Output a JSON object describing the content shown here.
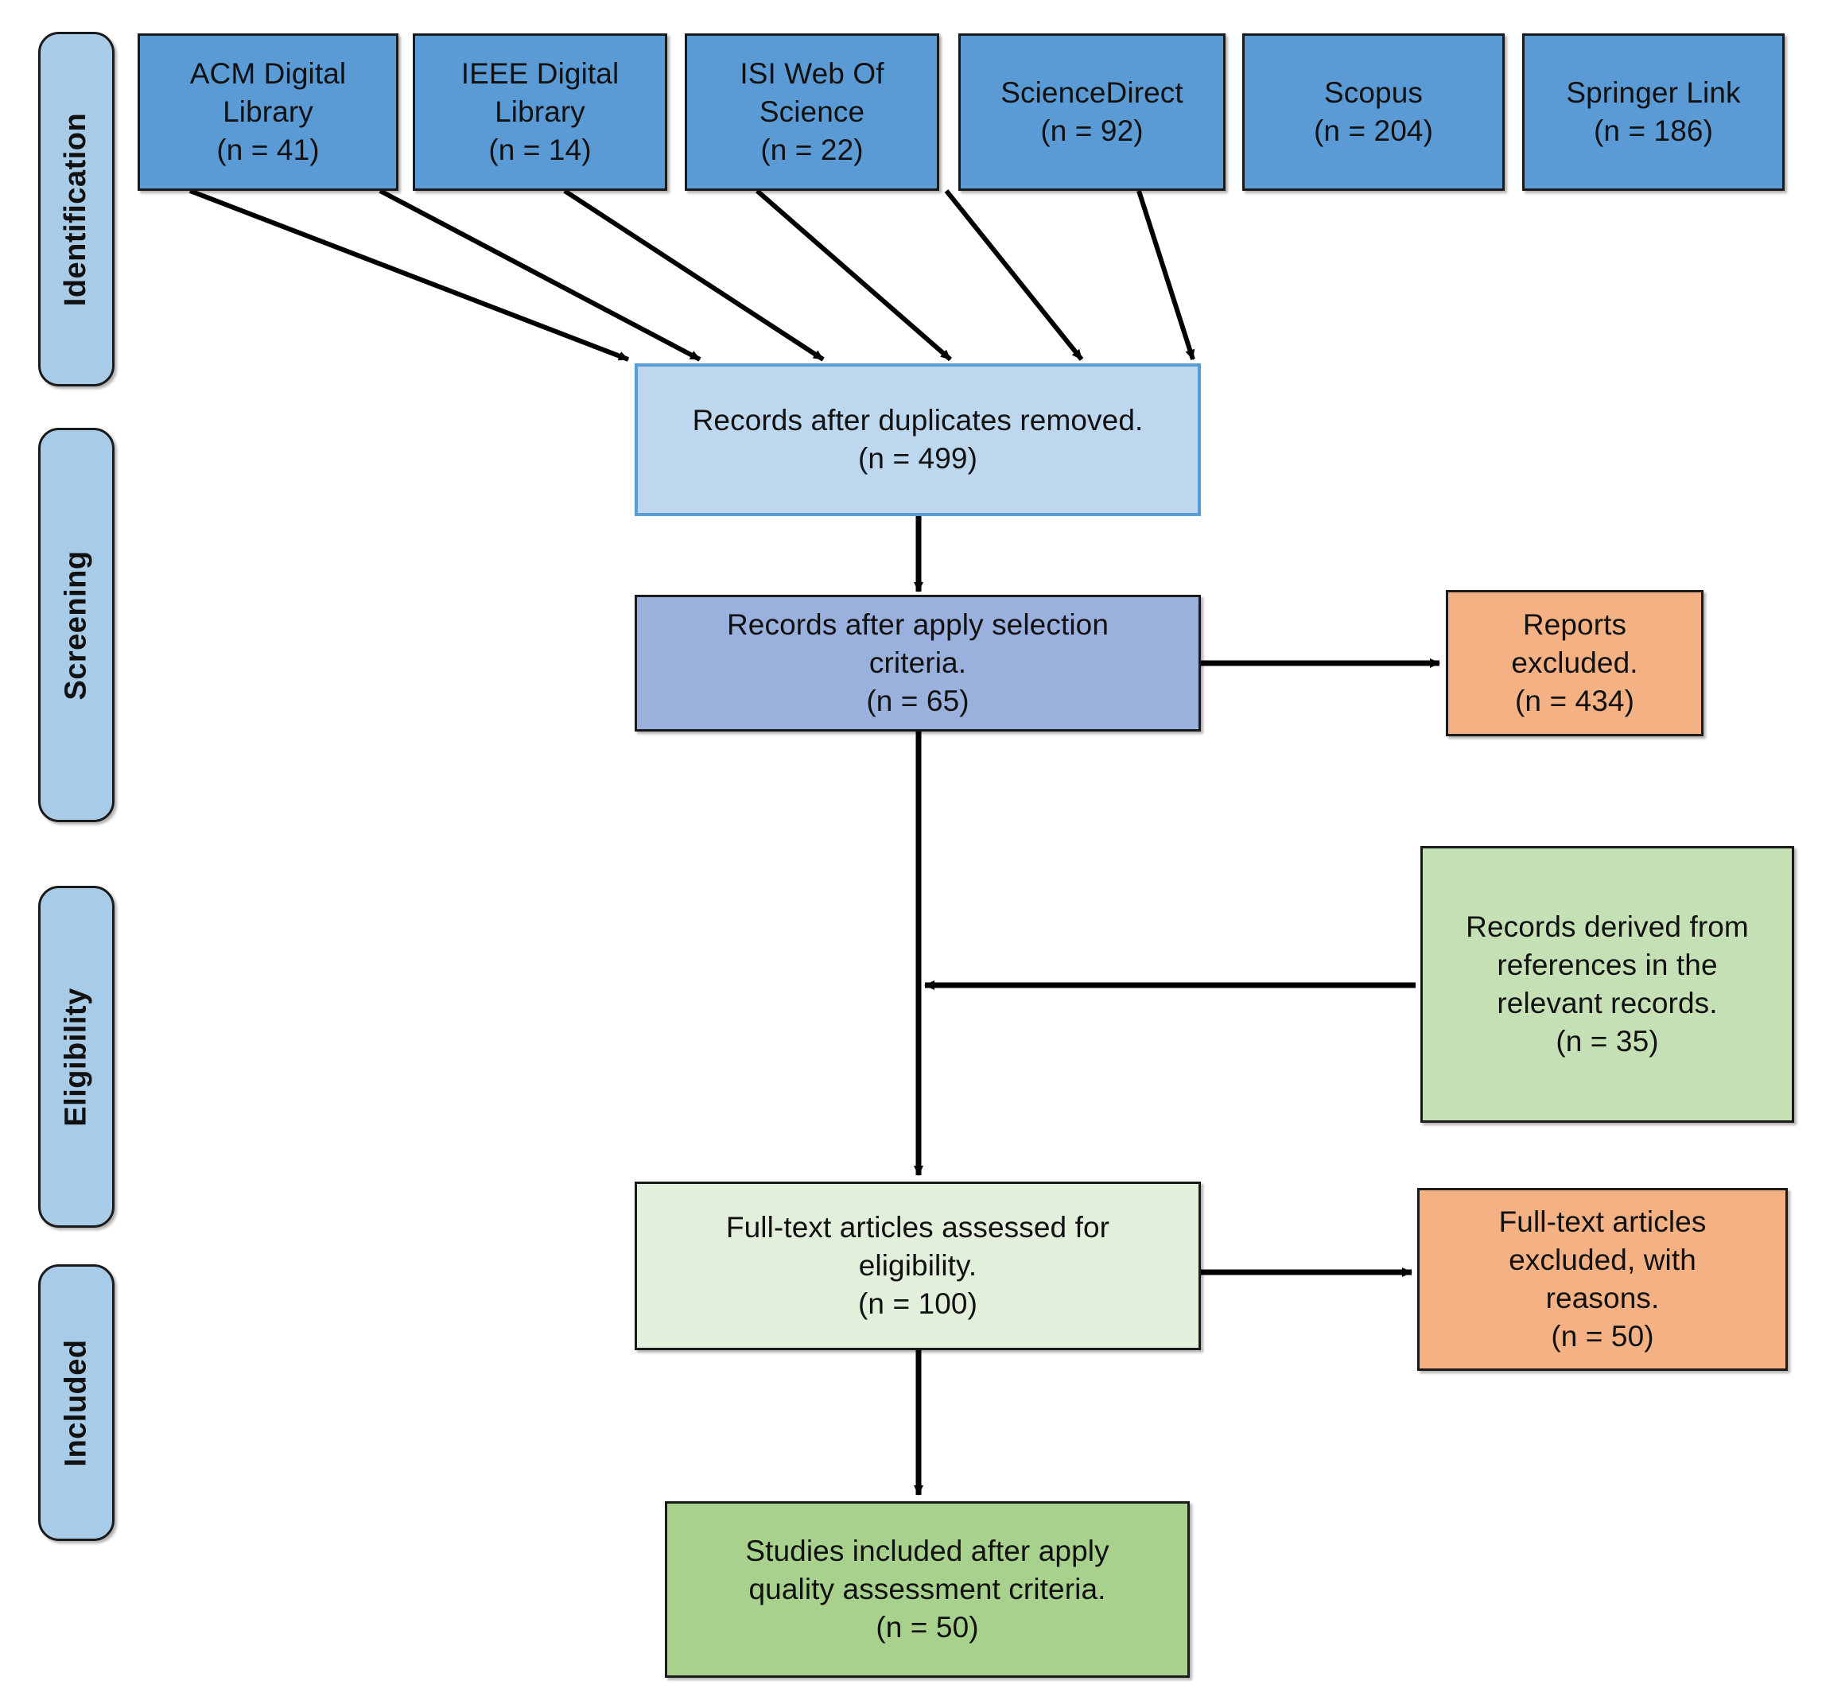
{
  "diagram": {
    "title": "PRISMA study selection flow diagram",
    "type": "flowchart",
    "colors": {
      "stage_fill": "#a8cbe8",
      "source_fill": "#5b9bd5",
      "duplicates_fill": "#bdd7ee",
      "duplicates_border": "#5b9bd5",
      "screening_fill": "#9ab0dd",
      "excluded_fill": "#f4b183",
      "derived_fill": "#c5e0b4",
      "fulltext_fill": "#e2efda",
      "included_fill": "#a9d18e",
      "edge": "#000000",
      "border": "#1a1a1a"
    }
  },
  "stages": [
    {
      "id": "identification",
      "label": "Identification"
    },
    {
      "id": "screening",
      "label": "Screening"
    },
    {
      "id": "eligibility",
      "label": "Eligibility"
    },
    {
      "id": "included",
      "label": "Included"
    }
  ],
  "sources": [
    {
      "id": "acm",
      "name": "ACM Digital\nLibrary",
      "count": "(n = 41)",
      "text": "ACM Digital\nLibrary\n(n = 41)"
    },
    {
      "id": "ieee",
      "name": "IEEE Digital\nLibrary",
      "count": "(n = 14)",
      "text": "IEEE Digital\nLibrary\n(n = 14)"
    },
    {
      "id": "isi",
      "name": "ISI Web Of\nScience",
      "count": "(n = 22)",
      "text": "ISI Web Of\nScience\n(n = 22)"
    },
    {
      "id": "sciencedirect",
      "name": "ScienceDirect",
      "count": "(n = 92)",
      "text": "ScienceDirect\n(n = 92)"
    },
    {
      "id": "scopus",
      "name": "Scopus",
      "count": "(n = 204)",
      "text": "Scopus\n(n = 204)"
    },
    {
      "id": "springer",
      "name": "Springer Link",
      "count": "(n = 186)",
      "text": "Springer Link\n(n = 186)"
    }
  ],
  "nodes": {
    "duplicates": {
      "label": "Records after duplicates removed.",
      "count": "(n = 499)",
      "text": "Records after duplicates removed.\n(n = 499)"
    },
    "selection": {
      "label": "Records after apply selection criteria.",
      "count": "(n = 65)",
      "text": "Records after apply selection\ncriteria.\n(n = 65)"
    },
    "reports_excluded": {
      "label": "Reports excluded.",
      "count": "(n = 434)",
      "text": "Reports\nexcluded.\n(n = 434)"
    },
    "derived": {
      "label": "Records derived from references in the relevant records.",
      "count": "(n = 35)",
      "text": "Records derived from\nreferences in the\nrelevant records.\n(n = 35)"
    },
    "fulltext_assessed": {
      "label": "Full-text articles assessed for eligibility.",
      "count": "(n = 100)",
      "text": "Full-text articles assessed for\neligibility.\n(n = 100)"
    },
    "fulltext_excluded": {
      "label": "Full-text articles excluded, with reasons.",
      "count": "(n = 50)",
      "text": "Full-text articles\nexcluded, with\nreasons.\n(n = 50)"
    },
    "included_studies": {
      "label": "Studies included after apply quality assessment criteria.",
      "count": "(n = 50)",
      "text": "Studies included after apply\nquality assessment criteria.\n(n = 50)"
    }
  },
  "chart_data": {
    "type": "flow",
    "title": "PRISMA study selection flow",
    "stages": [
      "Identification",
      "Screening",
      "Eligibility",
      "Included"
    ],
    "nodes": [
      {
        "id": "acm",
        "label": "ACM Digital Library",
        "n": 41,
        "stage": "Identification"
      },
      {
        "id": "ieee",
        "label": "IEEE Digital Library",
        "n": 14,
        "stage": "Identification"
      },
      {
        "id": "isi",
        "label": "ISI Web Of Science",
        "n": 22,
        "stage": "Identification"
      },
      {
        "id": "sciencedirect",
        "label": "ScienceDirect",
        "n": 92,
        "stage": "Identification"
      },
      {
        "id": "scopus",
        "label": "Scopus",
        "n": 204,
        "stage": "Identification"
      },
      {
        "id": "springer",
        "label": "Springer Link",
        "n": 186,
        "stage": "Identification"
      },
      {
        "id": "duplicates",
        "label": "Records after duplicates removed.",
        "n": 499,
        "stage": "Identification"
      },
      {
        "id": "selection",
        "label": "Records after apply selection criteria.",
        "n": 65,
        "stage": "Screening"
      },
      {
        "id": "reports_excluded",
        "label": "Reports excluded.",
        "n": 434,
        "stage": "Screening"
      },
      {
        "id": "derived",
        "label": "Records derived from references in the relevant records.",
        "n": 35,
        "stage": "Eligibility"
      },
      {
        "id": "fulltext_assessed",
        "label": "Full-text articles assessed for eligibility.",
        "n": 100,
        "stage": "Eligibility"
      },
      {
        "id": "fulltext_excluded",
        "label": "Full-text articles excluded, with reasons.",
        "n": 50,
        "stage": "Eligibility"
      },
      {
        "id": "included_studies",
        "label": "Studies included after apply quality assessment criteria.",
        "n": 50,
        "stage": "Included"
      }
    ],
    "edges": [
      {
        "from": "acm",
        "to": "duplicates"
      },
      {
        "from": "ieee",
        "to": "duplicates"
      },
      {
        "from": "isi",
        "to": "duplicates"
      },
      {
        "from": "sciencedirect",
        "to": "duplicates"
      },
      {
        "from": "scopus",
        "to": "duplicates"
      },
      {
        "from": "springer",
        "to": "duplicates"
      },
      {
        "from": "duplicates",
        "to": "selection"
      },
      {
        "from": "selection",
        "to": "reports_excluded"
      },
      {
        "from": "derived",
        "to": "fulltext_assessed"
      },
      {
        "from": "selection",
        "to": "fulltext_assessed"
      },
      {
        "from": "fulltext_assessed",
        "to": "fulltext_excluded"
      },
      {
        "from": "fulltext_assessed",
        "to": "included_studies"
      }
    ]
  }
}
